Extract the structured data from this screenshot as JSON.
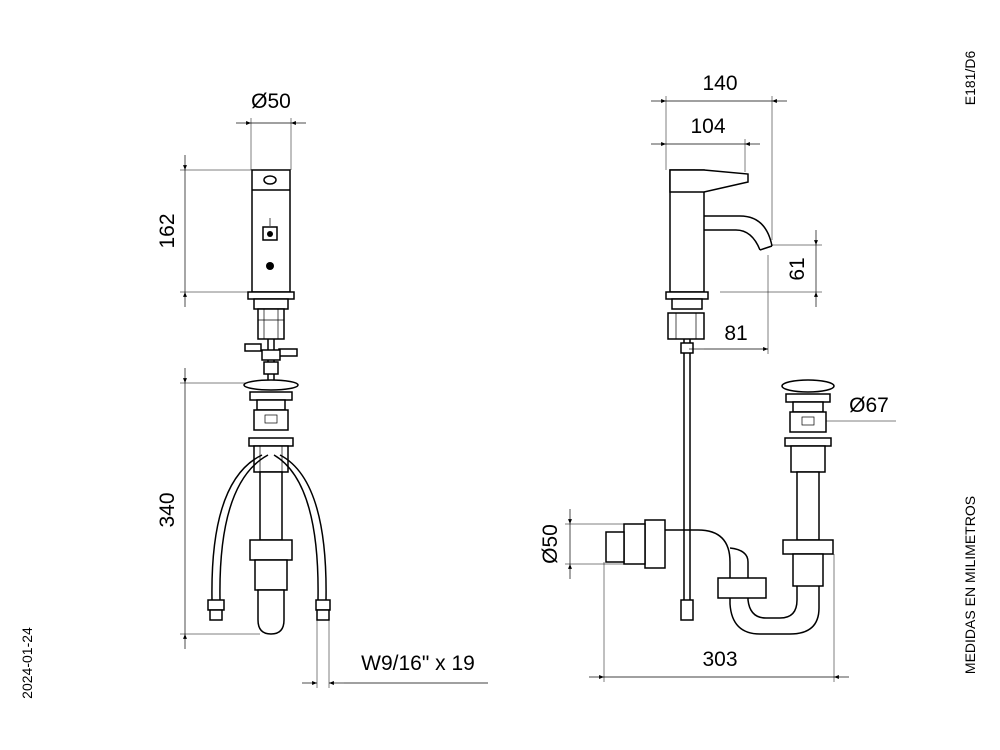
{
  "drawing_code": "E181/D6",
  "date": "2024-01-24",
  "units_note": "MEDIDAS EN MILIMETROS",
  "front_view": {
    "diameter_label": "Ø50",
    "height_label": "162",
    "install_label": "340",
    "hose_label": "W9/16\" x 19"
  },
  "side_view": {
    "overall_label": "140",
    "spout_label": "104",
    "spout_height_label": "61",
    "base_label": "81",
    "drain_diameter_label": "Ø67",
    "trap_diameter_label": "Ø50",
    "trap_length_label": "303"
  },
  "colors": {
    "line": "#000000",
    "background": "#ffffff"
  }
}
